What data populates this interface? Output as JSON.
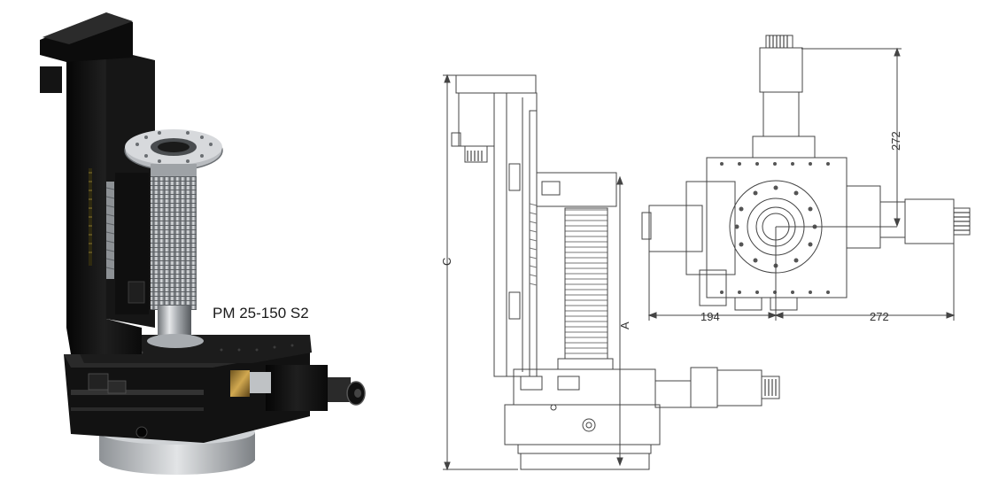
{
  "product": {
    "model_label": "PM 25-150 S2"
  },
  "dimensions": {
    "c": "C",
    "a": "A",
    "vertical_272": "272",
    "horizontal_194": "194",
    "horizontal_272": "272"
  },
  "colors": {
    "stage_body": "#141414",
    "steel": "#b9bcc0",
    "brass": "#b08a3a",
    "drawing_line": "#444444"
  }
}
